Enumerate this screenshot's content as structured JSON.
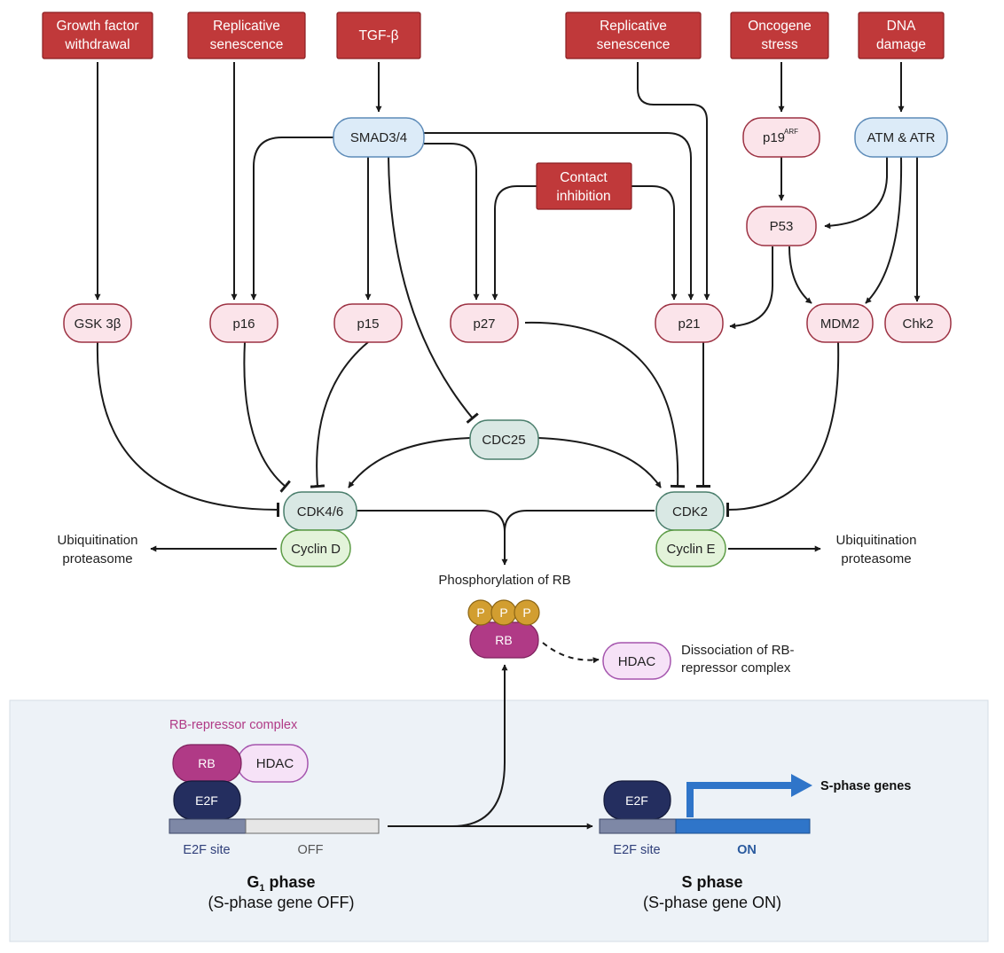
{
  "colors": {
    "stimulus_fill": "#c0393a",
    "stimulus_stroke": "#8a1f22",
    "inhibitor_fill": "#fbe4ea",
    "inhibitor_stroke": "#9c3142",
    "smad_fill": "#dcebf8",
    "smad_stroke": "#5d8bb8",
    "cdk_fill": "#d9e8e4",
    "cdk_stroke": "#4a7e6c",
    "cyclin_fill": "#e3f3da",
    "cyclin_stroke": "#5d9c46",
    "rb_fill": "#b03a86",
    "phospho_fill": "#d29e30",
    "hdac_fill": "#f6e2f7",
    "hdac_stroke": "#a555ae",
    "e2f_fill": "#242e5f",
    "gene_on": "#2f75c9",
    "panel_bg": "#edf2f7"
  },
  "stimuli": {
    "growth_factor": [
      "Growth factor",
      "withdrawal"
    ],
    "replicative_1": [
      "Replicative",
      "senescence"
    ],
    "tgf": "TGF-β",
    "replicative_2": [
      "Replicative",
      "senescence"
    ],
    "oncogene": [
      "Oncogene",
      "stress"
    ],
    "dna_damage": [
      "DNA",
      "damage"
    ],
    "contact": [
      "Contact",
      "inhibition"
    ]
  },
  "nodes": {
    "smad": "SMAD3/4",
    "atm": "ATM & ATR",
    "p19": "p19",
    "p19_sup": "ARF",
    "p53": "P53",
    "gsk": "GSK 3β",
    "p16": "p16",
    "p15": "p15",
    "p27": "p27",
    "p21": "p21",
    "mdm2": "MDM2",
    "chk2": "Chk2",
    "cdc25": "CDC25",
    "cdk46": "CDK4/6",
    "cyclin_d": "Cyclin D",
    "cdk2": "CDK2",
    "cyclin_e": "Cyclin E"
  },
  "labels": {
    "ubiq_left": [
      "Ubiquitination",
      "proteasome"
    ],
    "ubiq_right": [
      "Ubiquitination",
      "proteasome"
    ],
    "phosphorylation": "Phosphorylation of RB",
    "dissociation": [
      "Dissociation of RB-",
      "repressor complex"
    ],
    "rb_repressor": "RB-repressor complex"
  },
  "rb": {
    "phospho": [
      "P",
      "P",
      "P"
    ],
    "rb": "RB",
    "hdac": "HDAC"
  },
  "g1": {
    "rb": "RB",
    "hdac": "HDAC",
    "e2f": "E2F",
    "site": "E2F site",
    "state": "OFF",
    "phase": "G",
    "phase_sub": "1",
    "phase_suffix": " phase",
    "caption": "(S-phase gene OFF)"
  },
  "s": {
    "e2f": "E2F",
    "site": "E2F site",
    "state": "ON",
    "genes": "S-phase genes",
    "phase": "S phase",
    "caption": "(S-phase gene ON)"
  }
}
